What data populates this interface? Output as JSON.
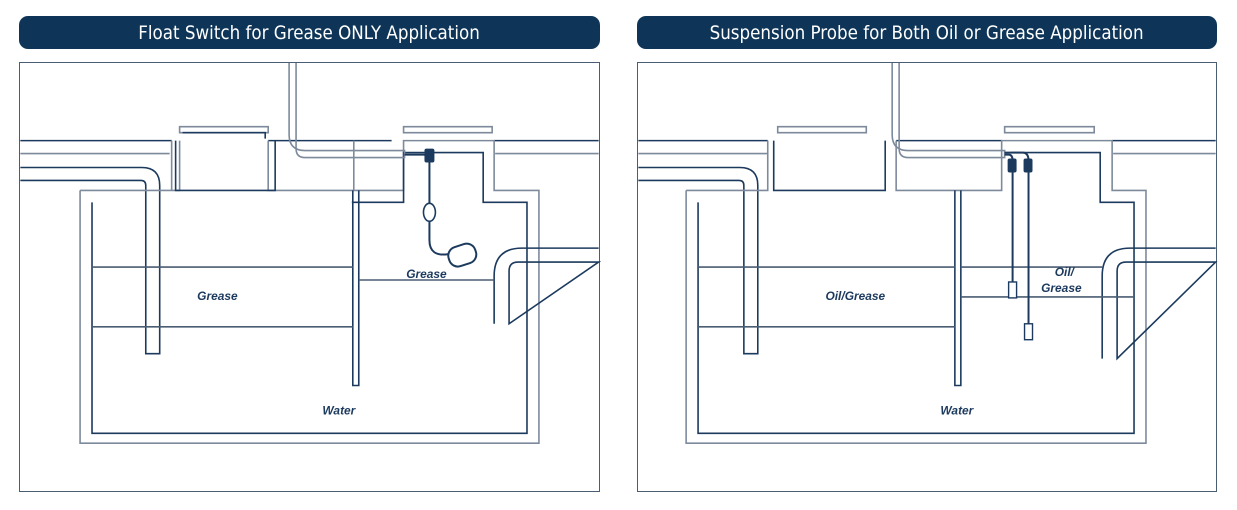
{
  "panels": [
    {
      "title": "Float Switch for Grease ONLY Application",
      "labels": {
        "left_chamber_layer": "Grease",
        "right_chamber_layer": "Grease",
        "bottom_layer": "Water"
      },
      "device": "float-switch"
    },
    {
      "title": "Suspension Probe for Both Oil or Grease Application",
      "labels": {
        "left_chamber_layer": "Oil/Grease",
        "right_chamber_layer_line1": "Oil/",
        "right_chamber_layer_line2": "Grease",
        "bottom_layer": "Water"
      },
      "device": "suspension-probe"
    }
  ],
  "colors": {
    "title_bg": "#0e3558",
    "title_text": "#ffffff",
    "line_dark": "#1c3a5e",
    "line_light": "#7c8a9c"
  }
}
